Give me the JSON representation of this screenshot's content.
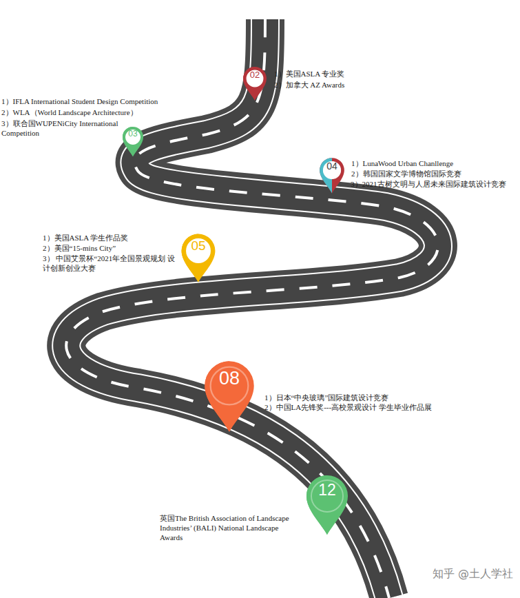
{
  "diagram": {
    "nodes": [
      {
        "text": [
          "02"
        ]
      },
      {
        "text": [
          "03"
        ]
      },
      {
        "text": [
          "04"
        ]
      },
      {
        "text": [
          "05"
        ]
      },
      {
        "text": [
          "08"
        ]
      },
      {
        "text": [
          "12"
        ]
      }
    ],
    "labels": [
      "1）美国ASLA 专业奖",
      "2）加拿大 AZ Awards",
      "1）IFLA International Student Design Competition",
      "2）WLA（World Landscape Architecture）",
      "3）联合国WUPENiCity International Competition",
      "1）LunaWood Urban Chanllenge",
      "2）韩国国家文学博物馆国际竞赛",
      "3）2021古树文明与人居未来国际建筑设计竞赛",
      "1）美国ASLA 学生作品奖",
      "2）美国“15-mins City”",
      "3） 中国艾景杯“2021年全国景观规划 设计创新创业大赛",
      "1）日本“中央玻璃”国际建筑设计竞赛",
      "2）中国LA先锋奖---高校景观设计 学生毕业作品展",
      "英国The British Association of Landscape Industries’ (BALI) National Landscape Awards",
      "知乎 @土人学社"
    ]
  }
}
